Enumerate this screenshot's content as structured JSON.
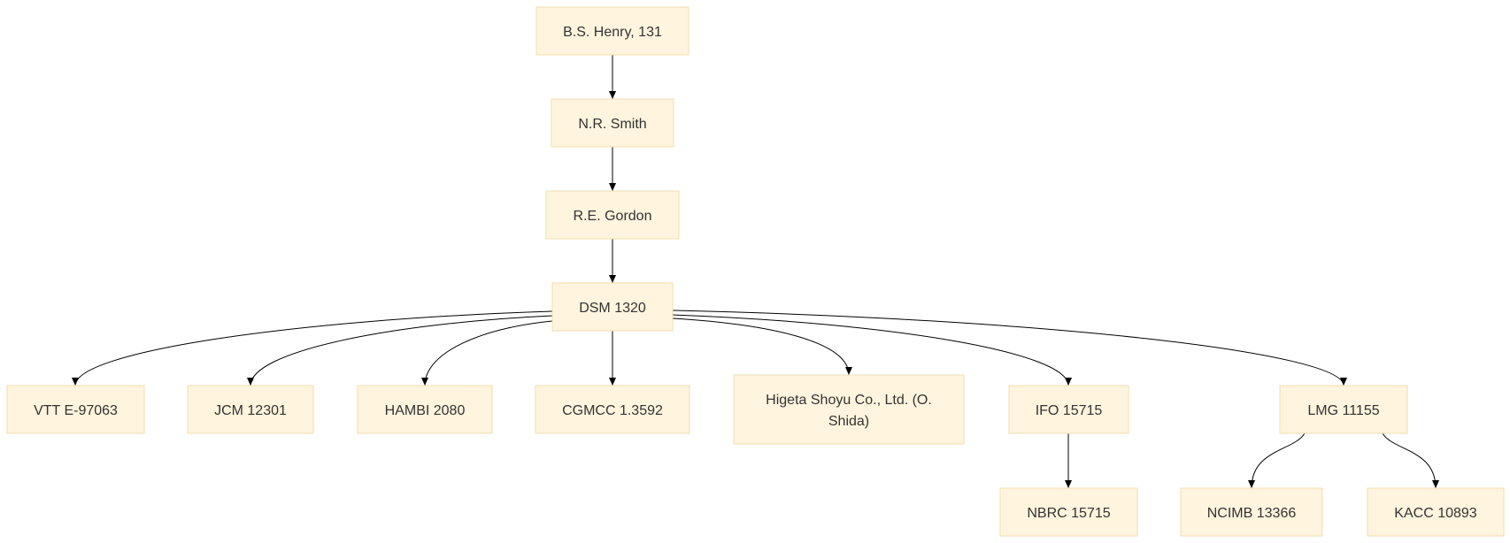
{
  "diagram": {
    "type": "tree",
    "nodes": [
      {
        "id": "henry",
        "label": "B.S. Henry, 131"
      },
      {
        "id": "smith",
        "label": "N.R. Smith"
      },
      {
        "id": "gordon",
        "label": "R.E. Gordon"
      },
      {
        "id": "dsm",
        "label": "DSM 1320"
      },
      {
        "id": "vtt",
        "label": "VTT E-97063"
      },
      {
        "id": "jcm",
        "label": "JCM 12301"
      },
      {
        "id": "hambi",
        "label": "HAMBI 2080"
      },
      {
        "id": "cgmcc",
        "label": "CGMCC 1.3592"
      },
      {
        "id": "higeta",
        "label": "Higeta Shoyu Co., Ltd. (O. Shida)",
        "lines": [
          "Higeta Shoyu Co., Ltd. (O.",
          "Shida)"
        ]
      },
      {
        "id": "ifo",
        "label": "IFO 15715"
      },
      {
        "id": "lmg",
        "label": "LMG 11155"
      },
      {
        "id": "nbrc",
        "label": "NBRC 15715"
      },
      {
        "id": "ncimb",
        "label": "NCIMB 13366"
      },
      {
        "id": "kacc",
        "label": "KACC 10893"
      }
    ],
    "edges": [
      {
        "from": "henry",
        "to": "smith"
      },
      {
        "from": "smith",
        "to": "gordon"
      },
      {
        "from": "gordon",
        "to": "dsm"
      },
      {
        "from": "dsm",
        "to": "vtt"
      },
      {
        "from": "dsm",
        "to": "jcm"
      },
      {
        "from": "dsm",
        "to": "hambi"
      },
      {
        "from": "dsm",
        "to": "cgmcc"
      },
      {
        "from": "dsm",
        "to": "higeta"
      },
      {
        "from": "dsm",
        "to": "ifo"
      },
      {
        "from": "dsm",
        "to": "lmg"
      },
      {
        "from": "ifo",
        "to": "nbrc"
      },
      {
        "from": "lmg",
        "to": "ncimb"
      },
      {
        "from": "lmg",
        "to": "kacc"
      }
    ]
  }
}
